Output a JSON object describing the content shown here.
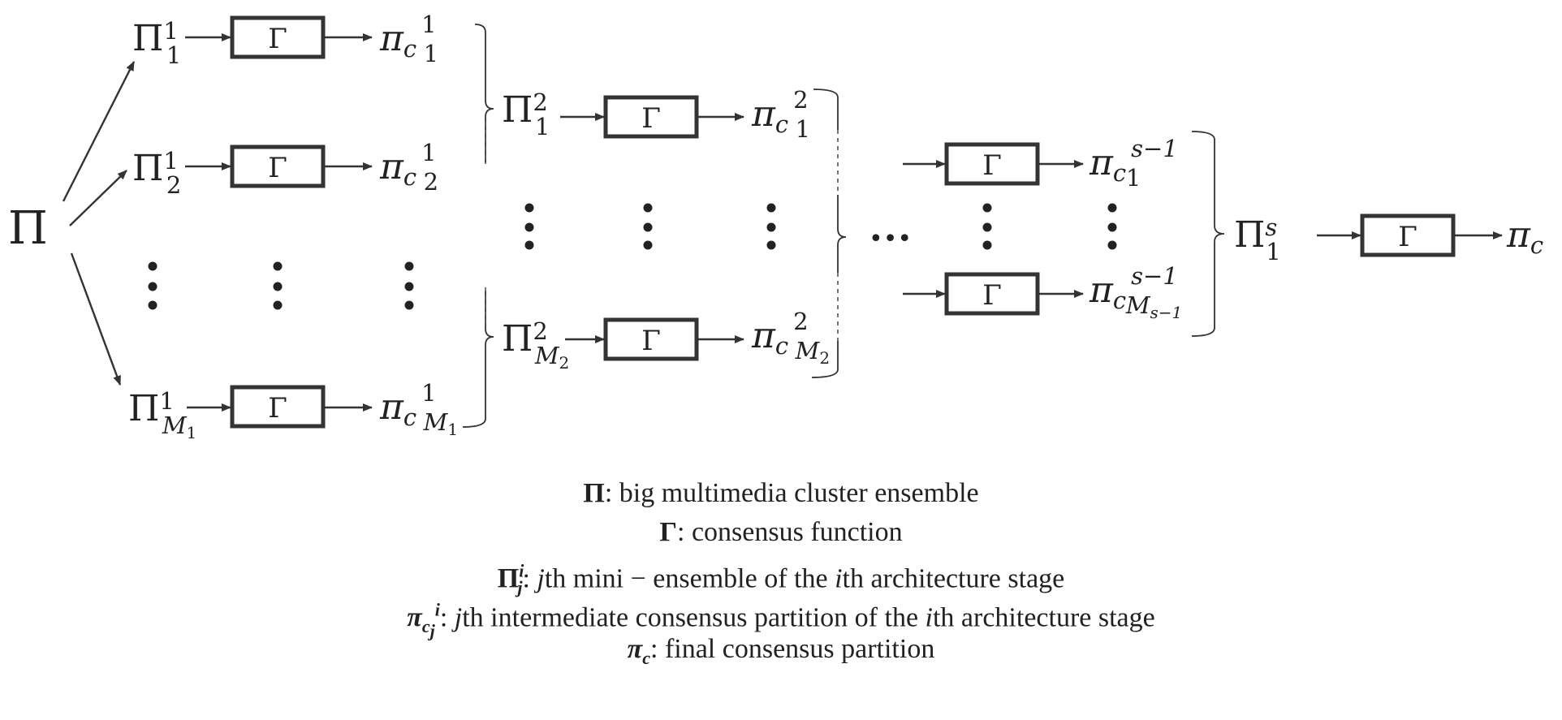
{
  "symbols": {
    "ensemble": "Π",
    "gamma": "Γ",
    "pi": "π",
    "c": "c",
    "dots": "•••"
  },
  "scripts": {
    "one": "1",
    "two": "2",
    "s": "s",
    "s_minus_1": "s−1",
    "M1": "M",
    "M1_sub": "1",
    "M2": "M",
    "M2_sub": "2",
    "Ms1": "M",
    "Ms1_sub": "s−1"
  },
  "legend": {
    "rows": [
      {
        "sym": "Π",
        "text": ": big multimedia cluster ensemble"
      },
      {
        "sym": "Γ",
        "text": ": consensus function"
      },
      {
        "sym": "Π",
        "sup": "i",
        "sub": "j",
        "text_a": ": ",
        "j": "j",
        "text_b": "th mini − ensemble of the ",
        "i": "i",
        "text_c": "th architecture stage"
      },
      {
        "sym": "π",
        "c": "c",
        "sub": "j",
        "sup": "i",
        "text_a": ": ",
        "j": "j",
        "text_b": "th intermediate consensus partition of the ",
        "i": "i",
        "text_c": "th architecture stage"
      },
      {
        "sym": "π",
        "c": "c",
        "text": ": final consensus partition"
      }
    ]
  },
  "colors": {
    "ink": "#222222",
    "box_stroke": "#333333"
  }
}
